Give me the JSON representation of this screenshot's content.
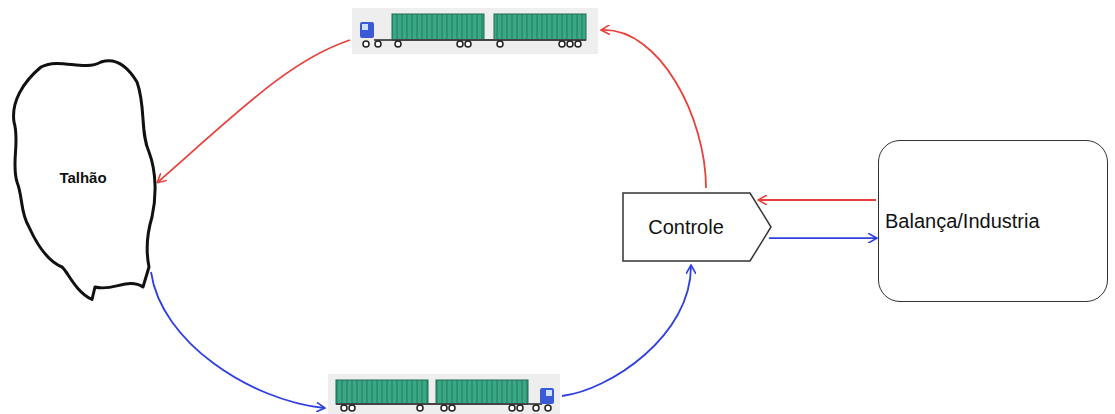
{
  "diagram": {
    "nodes": [
      {
        "text": [
          "Talhão"
        ]
      },
      {
        "text": [
          "Controle"
        ]
      },
      {
        "text": [
          "Balança/Industria"
        ]
      }
    ],
    "edges": [
      {
        "from": 1,
        "to": 0,
        "arrow": "to"
      },
      {
        "from": 0,
        "to": 1,
        "arrow": "to"
      },
      {
        "from": 2,
        "to": 1,
        "arrow": "to"
      },
      {
        "from": 1,
        "to": 2,
        "arrow": "to"
      }
    ]
  }
}
